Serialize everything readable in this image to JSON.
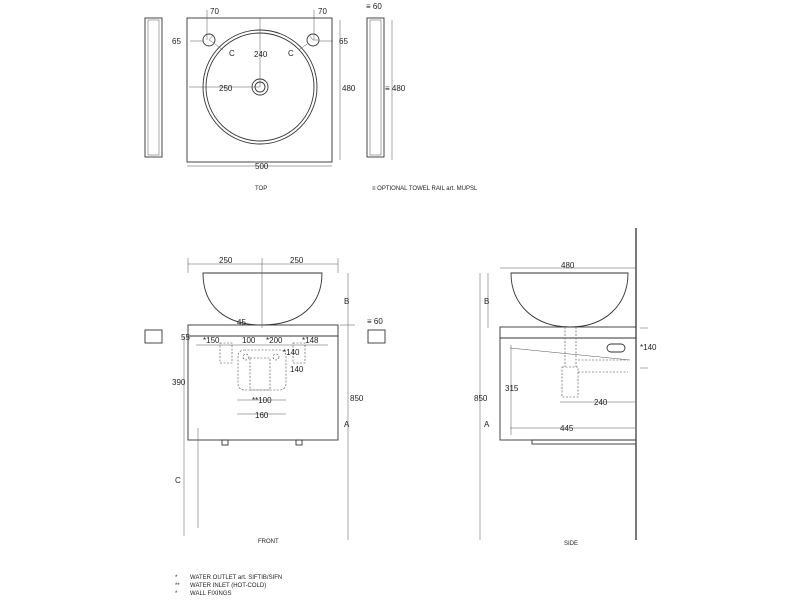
{
  "top_view": {
    "title": "TOP",
    "dims": {
      "tap_offset_left": "70",
      "tap_offset_right": "70",
      "tap_side_left": "65",
      "tap_side_right": "65",
      "c_left": "C",
      "c_right": "C",
      "drain_depth": "240",
      "drain_center": "250",
      "depth": "480",
      "rail_depth": "≡ 480",
      "width": "500",
      "rail_width": "≡ 60"
    },
    "note": "≡ OPTIONAL TOWEL RAIL art. MUPSL"
  },
  "front_view": {
    "title": "FRONT",
    "dims": {
      "half_left": "250",
      "half_right": "250",
      "b": "B",
      "a": "A",
      "c": "C",
      "height": "850",
      "d45": "45",
      "d55": "55",
      "outlet_left": "*150",
      "d100": "100",
      "outlet_mid": "*200",
      "outlet_right": "*148",
      "d140a": "*140",
      "d140b": "140",
      "inlet": "**100",
      "d160": "160",
      "d390": "390",
      "rail": "≡ 60"
    }
  },
  "side_view": {
    "title": "SIDE",
    "dims": {
      "width": "480",
      "b": "B",
      "a": "A",
      "height": "850",
      "d315": "315",
      "d240": "240",
      "d445": "445",
      "d140": "*140"
    }
  },
  "legend": [
    {
      "mark": "*",
      "text": "WATER OUTLET art. SIFTIB/SIFN"
    },
    {
      "mark": "**",
      "text": "WATER INLET (HOT-COLD)"
    },
    {
      "mark": "*",
      "text": "WALL FIXINGS"
    }
  ]
}
